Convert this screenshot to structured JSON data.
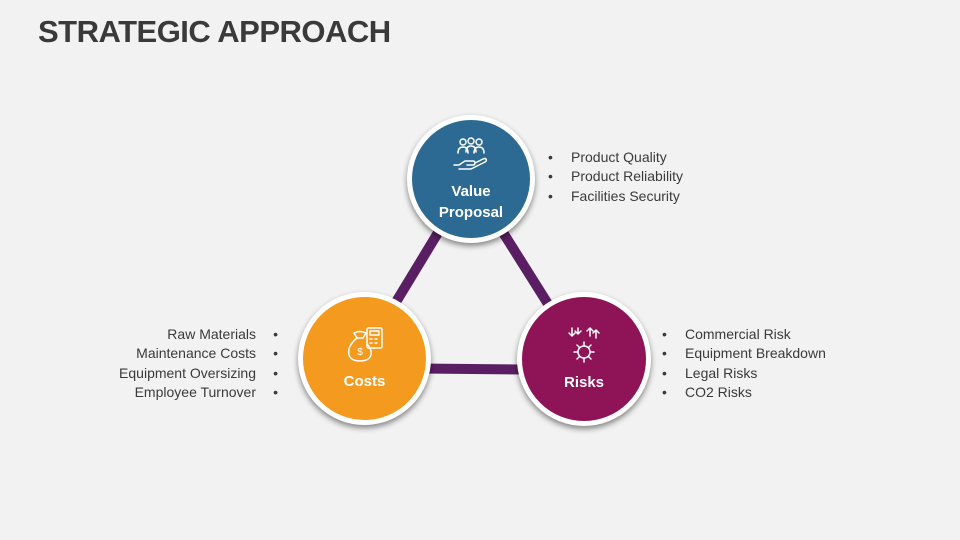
{
  "title": "STRATEGIC APPROACH",
  "colors": {
    "value_proposal": "#2c6a93",
    "costs": "#f39a1f",
    "risks": "#8e1357",
    "connector": "#5a1f63"
  },
  "nodes": {
    "value_proposal": {
      "label": "Value\nProposal",
      "icon": "hand-holding-people-icon",
      "bullets": [
        "Product Quality",
        "Product Reliability",
        "Facilities Security"
      ]
    },
    "costs": {
      "label": "Costs",
      "icon": "money-bag-calculator-icon",
      "bullets": [
        "Raw Materials",
        "Maintenance Costs",
        "Equipment Oversizing",
        "Employee Turnover"
      ]
    },
    "risks": {
      "label": "Risks",
      "icon": "gear-arrows-icon",
      "bullets": [
        "Commercial Risk",
        "Equipment Breakdown",
        "Legal Risks",
        "CO2 Risks"
      ]
    }
  }
}
